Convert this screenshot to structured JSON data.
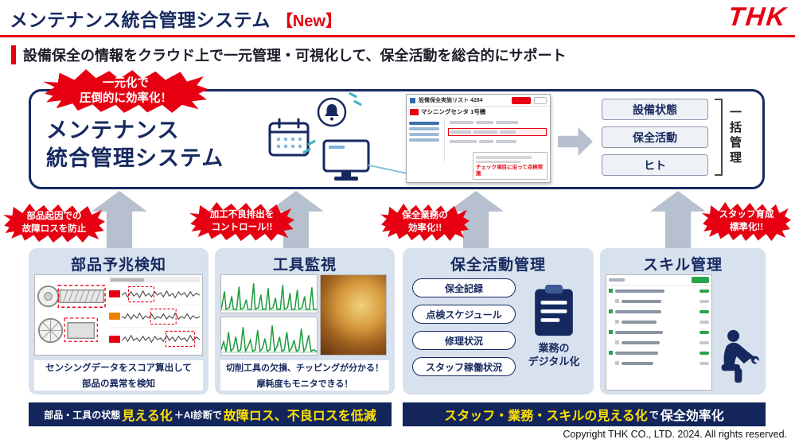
{
  "header": {
    "title": "メンテナンス統合管理システム",
    "new_badge": "【New】",
    "logo_text": "THK"
  },
  "subtitle": "設備保全の情報をクラウド上で一元管理・可視化して、保全活動を総合的にサポート",
  "hero": {
    "burst_line1": "一元化で",
    "burst_line2": "圧倒的に効率化！",
    "name_line1": "メンテナンス",
    "name_line2": "統合管理システム",
    "screenshot": {
      "title": "設備保全実施リスト 4284",
      "machine": "マシニングセンタ 1号機",
      "note": "チェック項目に沿って点検実施"
    },
    "outputs": [
      "設備状態",
      "保全活動",
      "ヒト"
    ],
    "bracket_label": "一括管理"
  },
  "callouts": [
    {
      "line1": "部品起因での",
      "line2": "故障ロスを防止"
    },
    {
      "line1": "加工不良排出を",
      "line2": "コントロール!!"
    },
    {
      "line1": "保全業務の",
      "line2": "効率化!!"
    },
    {
      "line1": "スタッフ育成",
      "line2": "標準化!!"
    }
  ],
  "cards": [
    {
      "title": "部品予兆検知",
      "caption_line1": "センシングデータをスコア算出して",
      "caption_line2": "部品の異常を検知"
    },
    {
      "title": "工具監視",
      "caption_line1": "切削工具の欠損、チッピングが分かる！",
      "caption_line2": "摩耗度もモニタできる！"
    },
    {
      "title": "保全活動管理",
      "buttons": [
        "保全記録",
        "点検スケジュール",
        "修理状況",
        "スタッフ稼働状況"
      ],
      "side_label_line1": "業務の",
      "side_label_line2": "デジタル化"
    },
    {
      "title": "スキル管理"
    }
  ],
  "banners": [
    {
      "segments": [
        {
          "text": "部品・工具の状態"
        },
        {
          "text": "見える化"
        },
        {
          "text": "＋AI診断で"
        },
        {
          "text": "故障ロス、不良ロスを低減"
        }
      ]
    },
    {
      "segments": [
        {
          "text": "スタッフ・業務・スキルの見える化"
        },
        {
          "text": "で"
        },
        {
          "text": "保全効率化"
        }
      ]
    }
  ],
  "footer": "Copyright THK CO., LTD. 2024. All rights reserved.",
  "colors": {
    "navy": "#16295f",
    "red": "#e60012",
    "card_bg": "#d8e1ee",
    "arrow_gray": "#b6c0ce",
    "yellow": "#ffe100",
    "green": "#27a44c"
  }
}
